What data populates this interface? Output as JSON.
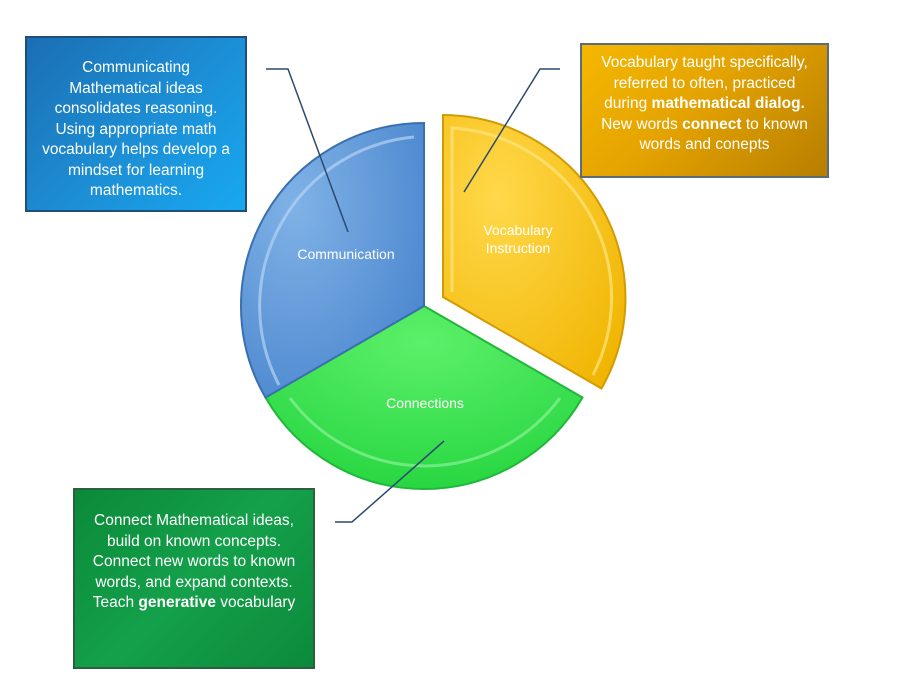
{
  "diagram": {
    "segments": [
      {
        "label_lines": [
          "Vocabulary",
          "Instruction"
        ],
        "color": "#f2c31a",
        "edge": "#d39b00"
      },
      {
        "label_lines": [
          "Connections"
        ],
        "color": "#33e64f",
        "edge": "#1fb83a"
      },
      {
        "label_lines": [
          "Communication"
        ],
        "color": "#5a96d6",
        "edge": "#3a6fb0"
      }
    ]
  },
  "callouts": {
    "communication": {
      "text": "Communicating Mathematical ideas consolidates reasoning. Using appropriate math vocabulary helps develop a mindset for learning mathematics.",
      "color": "#1c8fd6"
    },
    "vocabulary": {
      "text_1": "Vocabulary taught specifically, referred to often, practiced during ",
      "bold_1": "mathematical dialog.",
      "text_2": " New words ",
      "bold_2": "connect",
      "text_3": " to known words and conepts",
      "color": "#e4a300"
    },
    "connections": {
      "text_1": "Connect Mathematical ideas, build on known concepts. Connect new words to known words, and expand contexts. Teach ",
      "bold_1": "generative",
      "text_2": " vocabulary",
      "color": "#14a04a"
    }
  }
}
